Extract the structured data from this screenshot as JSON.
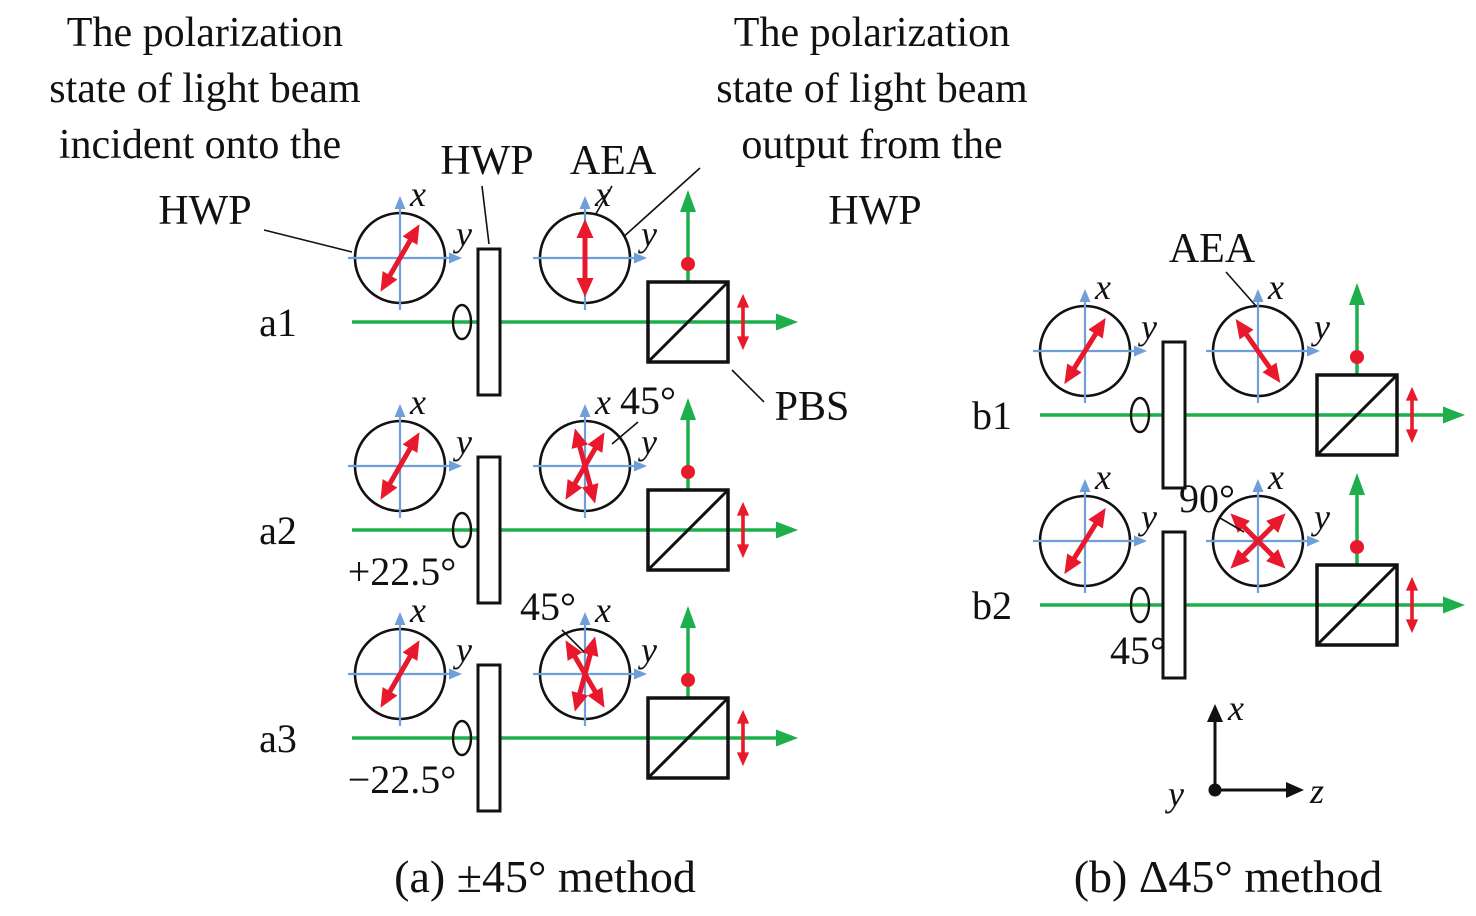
{
  "annotations": {
    "incident": {
      "line1": "The polarization",
      "line2": "state of light beam",
      "line3": "incident onto the",
      "line4": "HWP"
    },
    "output": {
      "line1": "The polarization",
      "line2": "state of light beam",
      "line3": "output from the",
      "line4": "HWP"
    },
    "hwp": "HWP",
    "aea": "AEA",
    "pbs": "PBS"
  },
  "axes": {
    "x": "x",
    "y": "y",
    "z": "z"
  },
  "rows": {
    "a1": {
      "label": "a1"
    },
    "a2": {
      "label": "a2",
      "hwp_angle": "+22.5°",
      "rotation": "45°"
    },
    "a3": {
      "label": "a3",
      "hwp_angle": "−22.5°",
      "rotation": "45°"
    },
    "b1": {
      "label": "b1"
    },
    "b2": {
      "label": "b2",
      "hwp_angle": "45°",
      "rotation": "90°"
    }
  },
  "captions": {
    "a": "(a) ±45° method",
    "b": "(b) Δ45° method"
  },
  "colors": {
    "beam_green": "#1daf4b",
    "polarization_red": "#e8192c",
    "axis_blue": "#6f9fd8",
    "ink_black": "#111111"
  }
}
